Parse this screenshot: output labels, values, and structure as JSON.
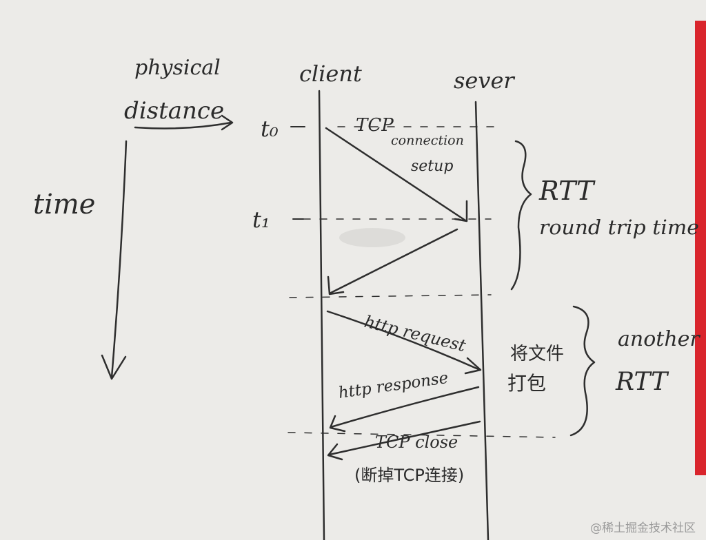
{
  "labels": {
    "physical": "physical",
    "distance": "distance",
    "client": "client",
    "server": "sever",
    "time": "time",
    "t0": "t₀",
    "t1": "t₁",
    "tcp": "TCP",
    "connection": "connection",
    "setup": "setup",
    "rtt": "RTT",
    "round_trip_time": "round trip time",
    "http_request": "http request",
    "http_response": "http response",
    "pack_file_line1": "将文件",
    "pack_file_line2": "打包",
    "another": "another",
    "another_rtt": "RTT",
    "tcp_close": "TCP close",
    "tcp_close_note": "(断掉TCP连接)"
  },
  "watermark": "@稀土掘金技术社区",
  "colors": {
    "paper": "#ecebe8",
    "ink": "#2e2e2e",
    "edge": "#d9252c"
  }
}
